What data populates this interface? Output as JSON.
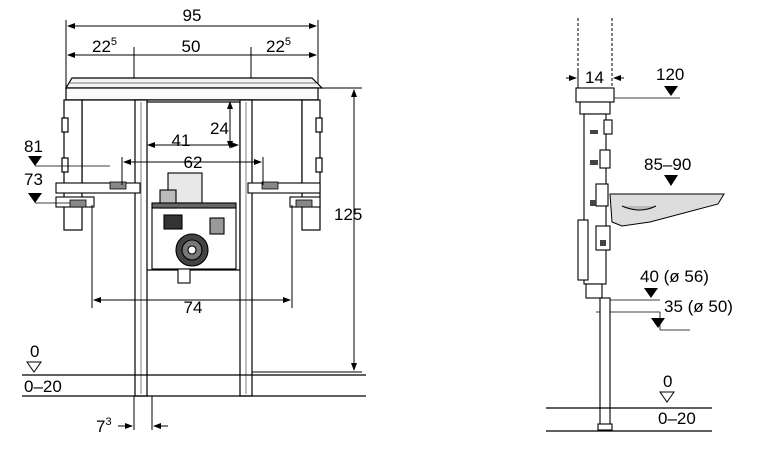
{
  "front": {
    "width_total": "95",
    "left_offset": "22",
    "left_offset_sup": "5",
    "center_span": "50",
    "right_offset": "22",
    "right_offset_sup": "5",
    "bracket_height": "24",
    "inner_width": "41",
    "drain_width": "62",
    "level_top": "81",
    "level_bottom": "73",
    "height_total": "125",
    "foot_width": "74",
    "floor_label": "0",
    "floor_range": "0–20",
    "leg_width": "7",
    "leg_width_sup": "3"
  },
  "side": {
    "depth": "14",
    "height_top": "120",
    "bowl_height": "85–90",
    "drain_high": "40 (ø 56)",
    "drain_low": "35 (ø 50)",
    "floor_label": "0",
    "floor_range": "0–20"
  }
}
